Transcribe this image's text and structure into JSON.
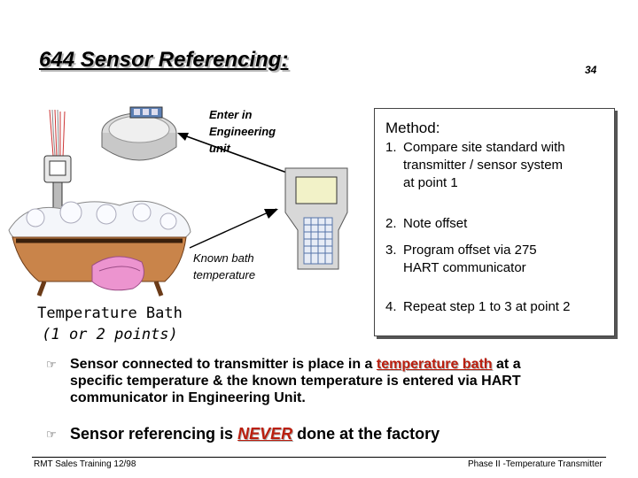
{
  "slide": {
    "title": "644 Sensor Referencing:",
    "page_number": "34"
  },
  "callouts": {
    "engineering_unit": [
      "Enter in",
      "Engineering",
      "unit"
    ],
    "known_bath": [
      "Known bath",
      "temperature"
    ]
  },
  "bath": {
    "caption_line1": "Temperature Bath",
    "caption_line2": "(1 or 2 points)"
  },
  "method": {
    "title": "Method:",
    "steps": [
      {
        "num": "1.",
        "lines": [
          "Compare site standard with",
          "transmitter / sensor system",
          "at point 1"
        ]
      },
      {
        "num": "2.",
        "lines": [
          "Note offset"
        ]
      },
      {
        "num": "3.",
        "lines": [
          "Program offset via 275",
          "HART communicator"
        ]
      },
      {
        "num": "4.",
        "lines": [
          "Repeat step 1 to 3 at point 2"
        ]
      }
    ]
  },
  "bullets": {
    "bullet1_before": "Sensor connected to transmitter is place in a ",
    "bullet1_highlight": "temperature bath",
    "bullet1_after_line1": " at a",
    "bullet1_line2": "specific temperature & the known temperature is entered via HART",
    "bullet1_line3": "communicator in Engineering Unit.",
    "bullet2_before": "Sensor referencing is ",
    "bullet2_highlight": "NEVER",
    "bullet2_after": " done at the factory"
  },
  "footer": {
    "left": "RMT Sales Training  12/98",
    "right": "Phase II -Temperature Transmitter"
  },
  "icons": [
    "pointing-hand-icon",
    "sensor-probe-icon",
    "transmitter-icon",
    "hart-communicator-icon",
    "bathtub-icon"
  ],
  "colors": {
    "highlight": "#bb1f0f",
    "shadow": "#555555"
  }
}
